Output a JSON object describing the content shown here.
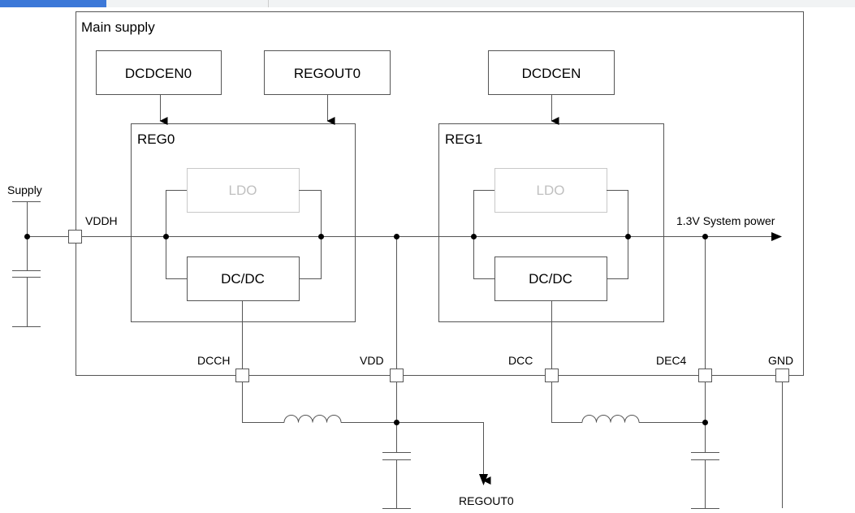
{
  "diagram": {
    "main_label": "Main supply",
    "blocks": {
      "dcdcen0": "DCDCEN0",
      "regout0_reg": "REGOUT0",
      "dcdcen": "DCDCEN",
      "reg0": "REG0",
      "reg1": "REG1",
      "ldo": "LDO",
      "dcdc": "DC/DC"
    },
    "pins": {
      "vddh": "VDDH",
      "dcch": "DCCH",
      "vdd": "VDD",
      "dcc": "DCC",
      "dec4": "DEC4",
      "gnd": "GND"
    },
    "supply_label": "Supply",
    "system_power_label": "1.3V System power",
    "regout0_output": "REGOUT0"
  },
  "colors": {
    "line": "#555555",
    "disabled": "#c0c0c0",
    "tab_active": "#3c78d8"
  }
}
